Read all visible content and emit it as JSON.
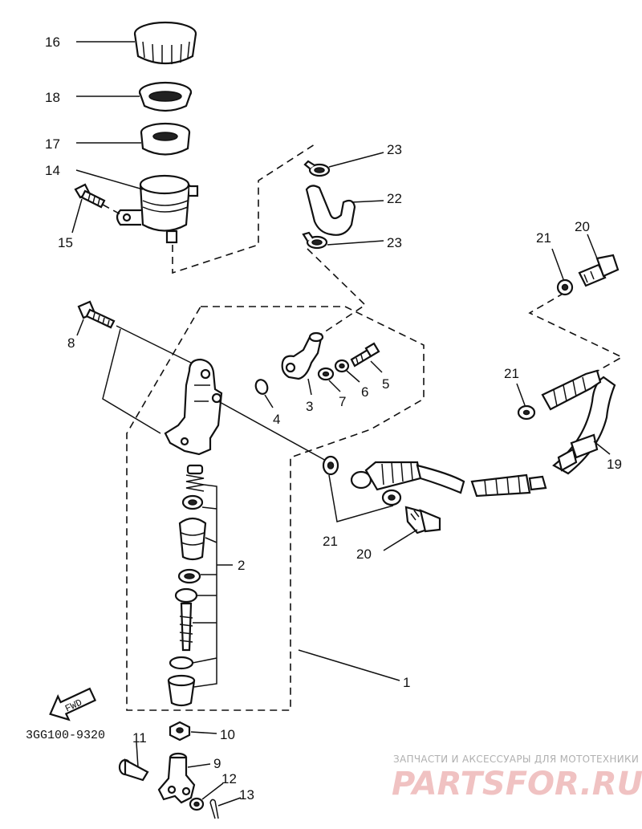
{
  "diagram_code": "3GG100-9320",
  "fwd_label": "FWD",
  "watermark": {
    "tagline": "ЗАПЧАСТИ И АКСЕССУАРЫ ДЛЯ МОТОТЕХНИКИ",
    "brand": "PARTSFOR.RU"
  },
  "callouts": {
    "c1": "1",
    "c2": "2",
    "c3": "3",
    "c4": "4",
    "c5": "5",
    "c6": "6",
    "c7": "7",
    "c8": "8",
    "c9": "9",
    "c10": "10",
    "c11": "11",
    "c12": "12",
    "c13": "13",
    "c14": "14",
    "c15": "15",
    "c16": "16",
    "c17": "17",
    "c18": "18",
    "c19": "19",
    "c20a": "20",
    "c20b": "20",
    "c21a": "21",
    "c21b": "21",
    "c21c": "21",
    "c22": "22",
    "c23a": "23",
    "c23b": "23"
  },
  "colors": {
    "ink": "#111111",
    "watermark_red": "#f0c2c2",
    "watermark_grey": "#b0b0b0"
  }
}
